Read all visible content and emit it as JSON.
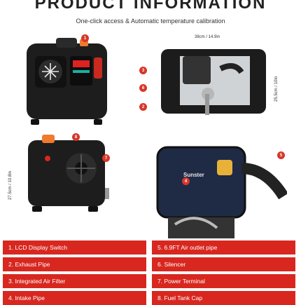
{
  "header": {
    "title": "PRODUCT INFORMATION",
    "subtitle": "One-click access & Automatic temperature calibration"
  },
  "dimensions": {
    "width_label": "38cm / 14.9in",
    "height_right_label": "25.5cm / 10in",
    "height_left_label": "27.5cm / 10.8in"
  },
  "product": {
    "brand": "Sunster"
  },
  "badges": [
    "1",
    "2",
    "3",
    "4",
    "5",
    "6",
    "7",
    "8"
  ],
  "legend": {
    "items": [
      "1. LCD Display Switch",
      "2. Exhaust Pipe",
      "3. Integrated Air Filter",
      "4. Intake Pipe",
      "5. 6.9FT Air outlet pipe",
      "6. Silencer",
      "7. Power Terminal",
      "8. Fuel Tank Cap"
    ]
  },
  "colors": {
    "accent": "#d8271f",
    "body": "#1e1e1e",
    "navy": "#1f2a45"
  }
}
